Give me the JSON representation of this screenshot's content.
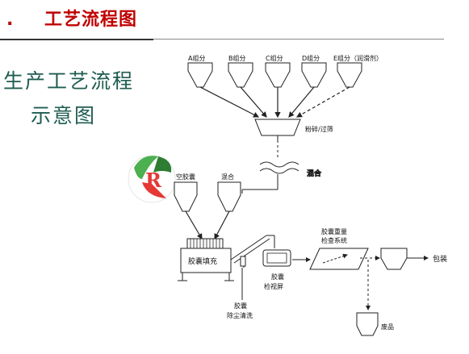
{
  "header": {
    "bullet": ".",
    "title": "工艺流程图"
  },
  "subtitle": {
    "line1": "生产工艺流程",
    "line2": "示意图"
  },
  "diagram": {
    "hoppers": [
      {
        "label": "A组分"
      },
      {
        "label": "B组分"
      },
      {
        "label": "C组分"
      },
      {
        "label": "D组分"
      },
      {
        "label": "E组分（润滑剂）"
      }
    ],
    "mill_label": "粉碎/过筛",
    "mixer_label": "混合",
    "capsule_hoppers": [
      {
        "label": "空胶囊"
      },
      {
        "label": "混合"
      }
    ],
    "filler_label": "胶囊填充",
    "dust_label_line1": "胶囊",
    "dust_label_line2": "除尘清洗",
    "inspection_label_line1": "胶囊",
    "inspection_label_line2": "检视屏",
    "weight_label_line1": "胶囊重量",
    "weight_label_line2": "检查系统",
    "packing_label": "包装",
    "waste_label": "废品"
  },
  "logo": {
    "letter": "R",
    "colors": [
      "#4caf50",
      "#e53935",
      "#2e7d32"
    ]
  }
}
